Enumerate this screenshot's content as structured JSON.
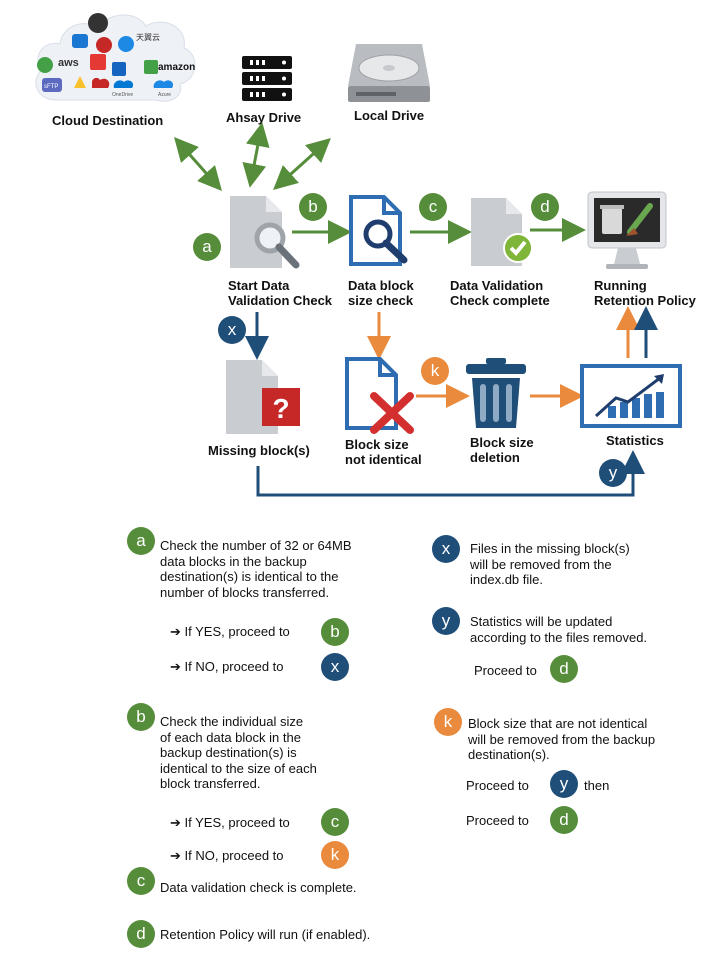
{
  "diagram": {
    "cloud_label": "Cloud Destination",
    "ahsay_label": "Ahsay Drive",
    "local_label": "Local Drive",
    "start_label": [
      "Start Data",
      "Validation Check"
    ],
    "size_check_label": [
      "Data block",
      "size check"
    ],
    "complete_label": [
      "Data Validation",
      "Check complete"
    ],
    "retention_label": [
      "Running",
      "Retention Policy"
    ],
    "missing_label": "Missing block(s)",
    "not_identical_label": [
      "Block size",
      "not identical"
    ],
    "deletion_label": [
      "Block size",
      "deletion"
    ],
    "statistics_label": "Statistics",
    "cloud_brands": [
      "aws",
      "amazon",
      "天翼云",
      "OneDrive",
      "Azure",
      "sFTP"
    ]
  },
  "badges": {
    "a": "a",
    "b": "b",
    "c": "c",
    "d": "d",
    "x": "x",
    "y": "y",
    "k": "k"
  },
  "legend": {
    "a_text": [
      "Check the number of 32 or 64MB",
      "data blocks in the backup",
      "destination(s) is identical to the",
      "number of blocks transferred."
    ],
    "a_yes": "If YES, proceed to",
    "a_no": "If NO, proceed to",
    "b_text": [
      "Check the individual size",
      "of each data block in the",
      "backup destination(s) is",
      "identical to the size of each",
      "block transferred."
    ],
    "b_yes": "If YES, proceed to",
    "b_no": "If NO, proceed to",
    "c_text": "Data validation check is complete.",
    "d_text": "Retention Policy will run (if enabled).",
    "x_text": [
      "Files in the missing block(s)",
      "will be removed from the",
      "index.db file."
    ],
    "y_text": [
      "Statistics will be updated",
      "according to the files removed."
    ],
    "y_proceed": "Proceed to",
    "k_text": [
      "Block size that are not identical",
      "will be removed from the backup",
      "destination(s)."
    ],
    "k_proceed1": "Proceed to",
    "k_then": "then",
    "k_proceed2": "Proceed to"
  },
  "colors": {
    "green": "#568d3a",
    "blue": "#1f4e79",
    "orange": "#e98a3c"
  }
}
